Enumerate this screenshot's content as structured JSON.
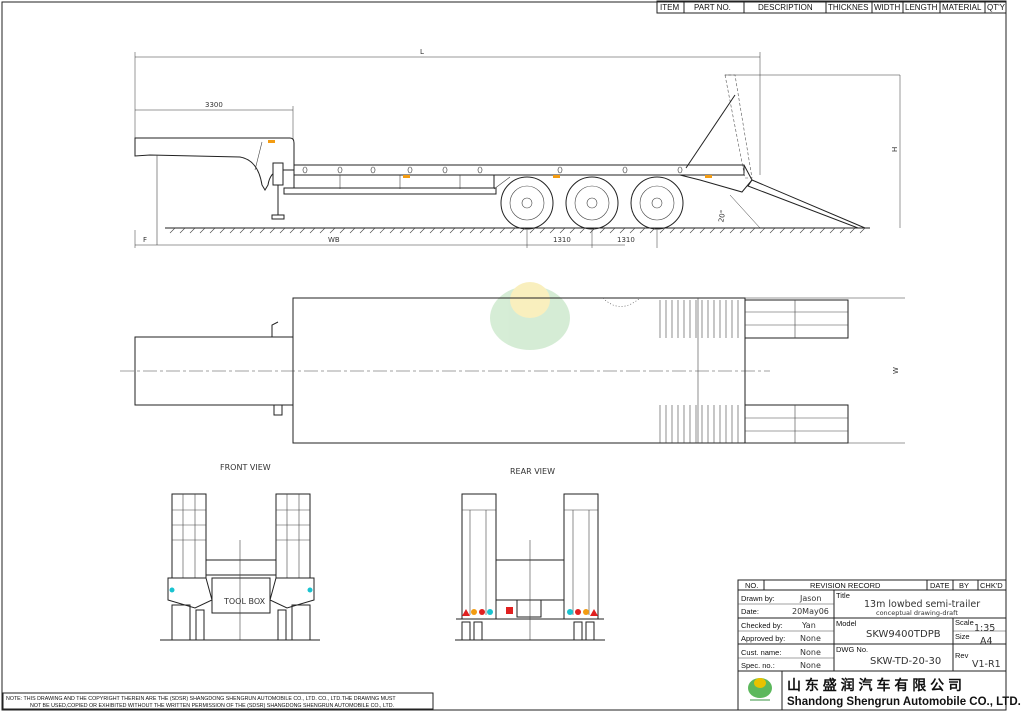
{
  "parts_table": {
    "headers": [
      "ITEM",
      "PART NO.",
      "DESCRIPTION",
      "THICKNES",
      "WIDTH",
      "LENGTH",
      "MATERIAL",
      "QT'Y"
    ]
  },
  "side_view": {
    "dims": {
      "overall_length": "L",
      "gooseneck": "3300",
      "front_overhang": "F",
      "wheelbase": "WB",
      "axle_spacing_1": "1310",
      "axle_spacing_2": "1310",
      "height": "H",
      "ramp_angle": "20°"
    }
  },
  "top_view": {
    "dims": {
      "width": "W"
    }
  },
  "front_view": {
    "label": "FRONT VIEW",
    "toolbox_label": "TOOL BOX"
  },
  "rear_view": {
    "label": "REAR VIEW"
  },
  "title_block": {
    "revision_headers": {
      "no": "NO.",
      "record": "REVISION RECORD",
      "date": "DATE",
      "by": "BY",
      "chkd": "CHK'D"
    },
    "drawn_by": {
      "label": "Drawn  by:",
      "value": "Jason"
    },
    "date": {
      "label": "Date:",
      "value": "20May06"
    },
    "checked_by": {
      "label": "Checked by:",
      "value": "Yan"
    },
    "approved_by": {
      "label": "Approved by:",
      "value": "None"
    },
    "cust_name": {
      "label": "Cust. name:",
      "value": "None"
    },
    "spec_no": {
      "label": "Spec. no.:",
      "value": "None"
    },
    "title": {
      "label": "Title",
      "value": "13m lowbed semi-trailer",
      "subtitle": "conceptual drawing-draft"
    },
    "model": {
      "label": "Model",
      "value": "SKW9400TDPB"
    },
    "dwg_no": {
      "label": "DWG No.",
      "value": "SKW-TD-20-30"
    },
    "scale": {
      "label": "Scale",
      "value": "1:35"
    },
    "size": {
      "label": "Size",
      "value": "A4"
    },
    "rev": {
      "label": "Rev",
      "value": "V1-R1"
    },
    "company_cn": "山 东 盛 润 汽 车 有 限 公 司",
    "company_en": "Shandong Shengrun Automobile CO., LTD."
  },
  "note": {
    "line1": "NOTE: THIS DRAWING AND THE COPYRIGHT THEREIN ARE THE (SDSR) SHANGDONG SHENGRUN AUTOMOBILE CO., LTD. CO., LTD.THE DRAWING MUST",
    "line2": "NOT BE USED,COPIED OR EXHIBITED WITHOUT THE WRITTEN PERMISSION OF THE (SDSR) SHANGDONG SHENGRUN AUTOMOBILE CO., LTD."
  },
  "colors": {
    "line": "#222222",
    "marker_orange": "#f39c12",
    "lamp_red": "#e02020",
    "lamp_cyan": "#19c3d0",
    "logo_green": "#5cb85c",
    "logo_yellow": "#e8c200"
  }
}
